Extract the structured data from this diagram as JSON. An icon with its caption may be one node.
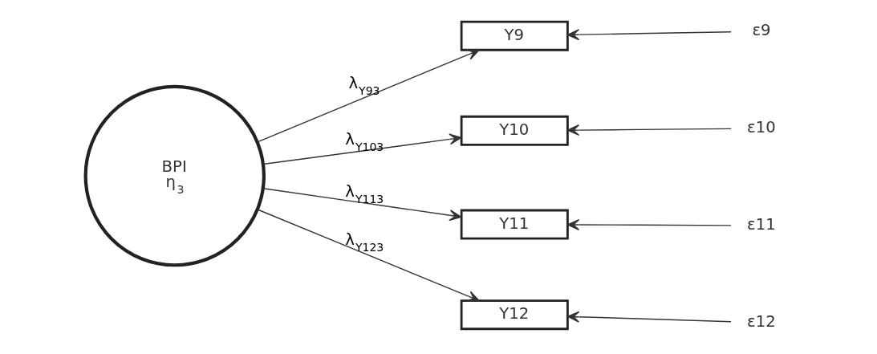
{
  "diagram": {
    "nodes": [
      {
        "text": [
          "BPI",
          "η$_{3}$"
        ]
      },
      {
        "text": [
          "Y9"
        ]
      },
      {
        "text": [
          "Y10"
        ]
      },
      {
        "text": [
          "Y11"
        ]
      },
      {
        "text": [
          "Y12"
        ]
      },
      {
        "text": [
          "ε9"
        ]
      },
      {
        "text": [
          "ε10"
        ]
      },
      {
        "text": [
          "ε11"
        ]
      },
      {
        "text": [
          "ε12"
        ]
      }
    ],
    "edges": [
      {
        "from": 0,
        "to": 1,
        "arrow": "to",
        "label": "λ$_{Y93}$"
      },
      {
        "from": 0,
        "to": 2,
        "arrow": "to",
        "label": "λ$_{Y103}$"
      },
      {
        "from": 0,
        "to": 3,
        "arrow": "to",
        "label": "λ$_{Y113}$"
      },
      {
        "from": 0,
        "to": 4,
        "arrow": "to",
        "label": "λ$_{Y123}$"
      },
      {
        "from": 5,
        "to": 1,
        "arrow": "to"
      },
      {
        "from": 6,
        "to": 2,
        "arrow": "to"
      },
      {
        "from": 7,
        "to": 3,
        "arrow": "to"
      },
      {
        "from": 8,
        "to": 4,
        "arrow": "to"
      }
    ]
  }
}
